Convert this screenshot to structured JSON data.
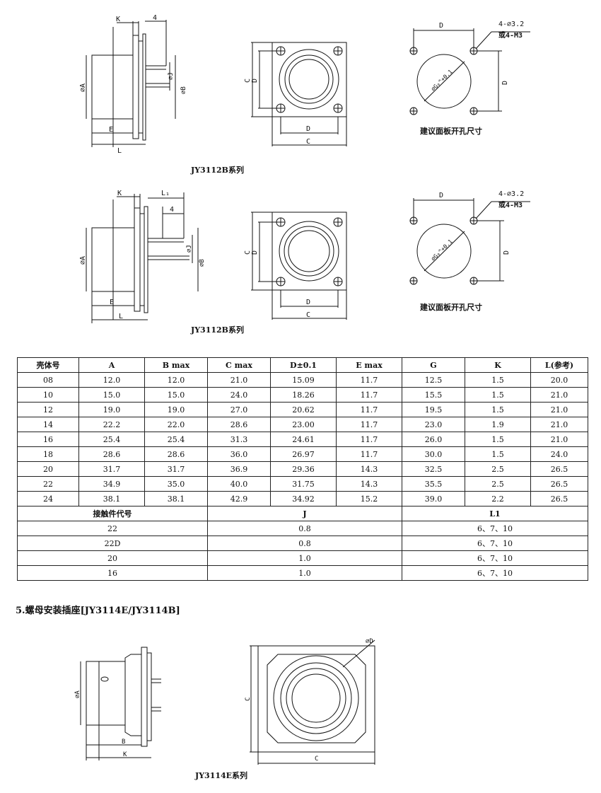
{
  "drawings": {
    "side_labels": {
      "K": "K",
      "four": "4",
      "A": "⌀A",
      "B": "⌀B",
      "J": "⌀J",
      "E": "E",
      "L": "L",
      "L1": "L₁"
    },
    "front_labels": {
      "C": "C",
      "D": "D"
    },
    "cutout_labels": {
      "D": "D",
      "holes": "4-⌀3.2",
      "or_m3": "或4-M3",
      "G": "⌀G₀^+0.1"
    },
    "bottom_labels": {
      "A": "⌀A",
      "B": "B",
      "K": "K",
      "C": "C",
      "D": "⌀D"
    }
  },
  "captions": {
    "series1": "JY3112B系列",
    "cutout1": "建议面板开孔尺寸",
    "series2": "JY3112B系列",
    "cutout2": "建议面板开孔尺寸",
    "series3": "JY3114E系列"
  },
  "table": {
    "headers": [
      "壳体号",
      "A",
      "B max",
      "C max",
      "D±0.1",
      "E max",
      "G",
      "K",
      "L(参考)"
    ],
    "rows": [
      [
        "08",
        "12.0",
        "12.0",
        "21.0",
        "15.09",
        "11.7",
        "12.5",
        "1.5",
        "20.0"
      ],
      [
        "10",
        "15.0",
        "15.0",
        "24.0",
        "18.26",
        "11.7",
        "15.5",
        "1.5",
        "21.0"
      ],
      [
        "12",
        "19.0",
        "19.0",
        "27.0",
        "20.62",
        "11.7",
        "19.5",
        "1.5",
        "21.0"
      ],
      [
        "14",
        "22.2",
        "22.0",
        "28.6",
        "23.00",
        "11.7",
        "23.0",
        "1.9",
        "21.0"
      ],
      [
        "16",
        "25.4",
        "25.4",
        "31.3",
        "24.61",
        "11.7",
        "26.0",
        "1.5",
        "21.0"
      ],
      [
        "18",
        "28.6",
        "28.6",
        "36.0",
        "26.97",
        "11.7",
        "30.0",
        "1.5",
        "24.0"
      ],
      [
        "20",
        "31.7",
        "31.7",
        "36.9",
        "29.36",
        "14.3",
        "32.5",
        "2.5",
        "26.5"
      ],
      [
        "22",
        "34.9",
        "35.0",
        "40.0",
        "31.75",
        "14.3",
        "35.5",
        "2.5",
        "26.5"
      ],
      [
        "24",
        "38.1",
        "38.1",
        "42.9",
        "34.92",
        "15.2",
        "39.0",
        "2.2",
        "26.5"
      ]
    ],
    "sub_headers": [
      "接触件代号",
      "J",
      "L1"
    ],
    "sub_rows": [
      [
        "22",
        "0.8",
        "6、7、10"
      ],
      [
        "22D",
        "0.8",
        "6、7、10"
      ],
      [
        "20",
        "1.0",
        "6、7、10"
      ],
      [
        "16",
        "1.0",
        "6、7、10"
      ]
    ]
  },
  "section": {
    "title": "5.螺母安装插座[JY3114E/JY3114B]"
  }
}
